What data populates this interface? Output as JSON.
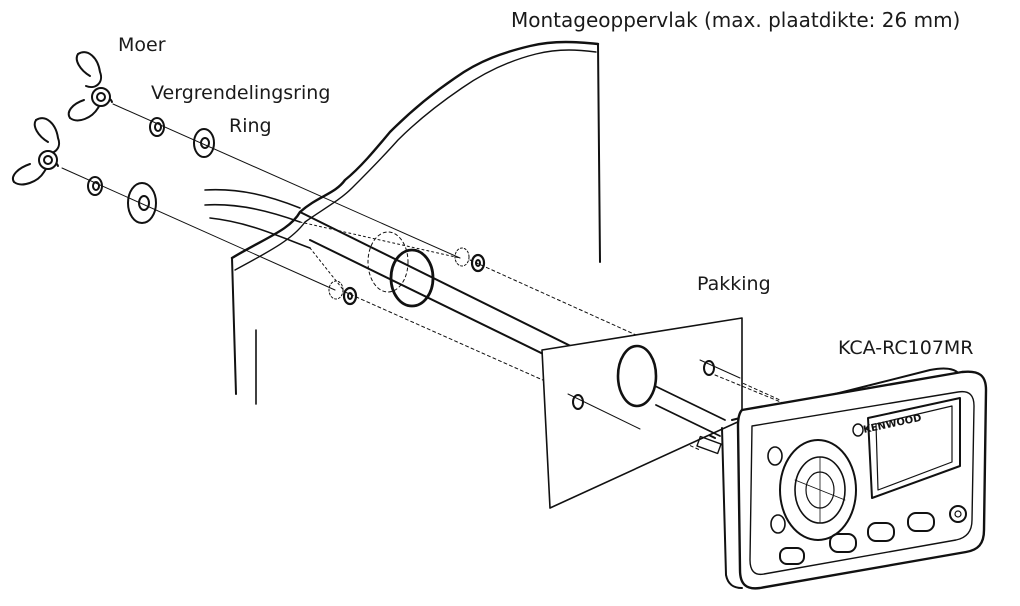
{
  "labels": {
    "mounting_surface": "Montageoppervlak (max. plaatdikte: 26 mm)",
    "nut": "Moer",
    "lock_washer": "Vergrendelingsring",
    "washer": "Ring",
    "gasket": "Pakking",
    "model": "KCA-RC107MR",
    "brand": "KENWOOD"
  }
}
